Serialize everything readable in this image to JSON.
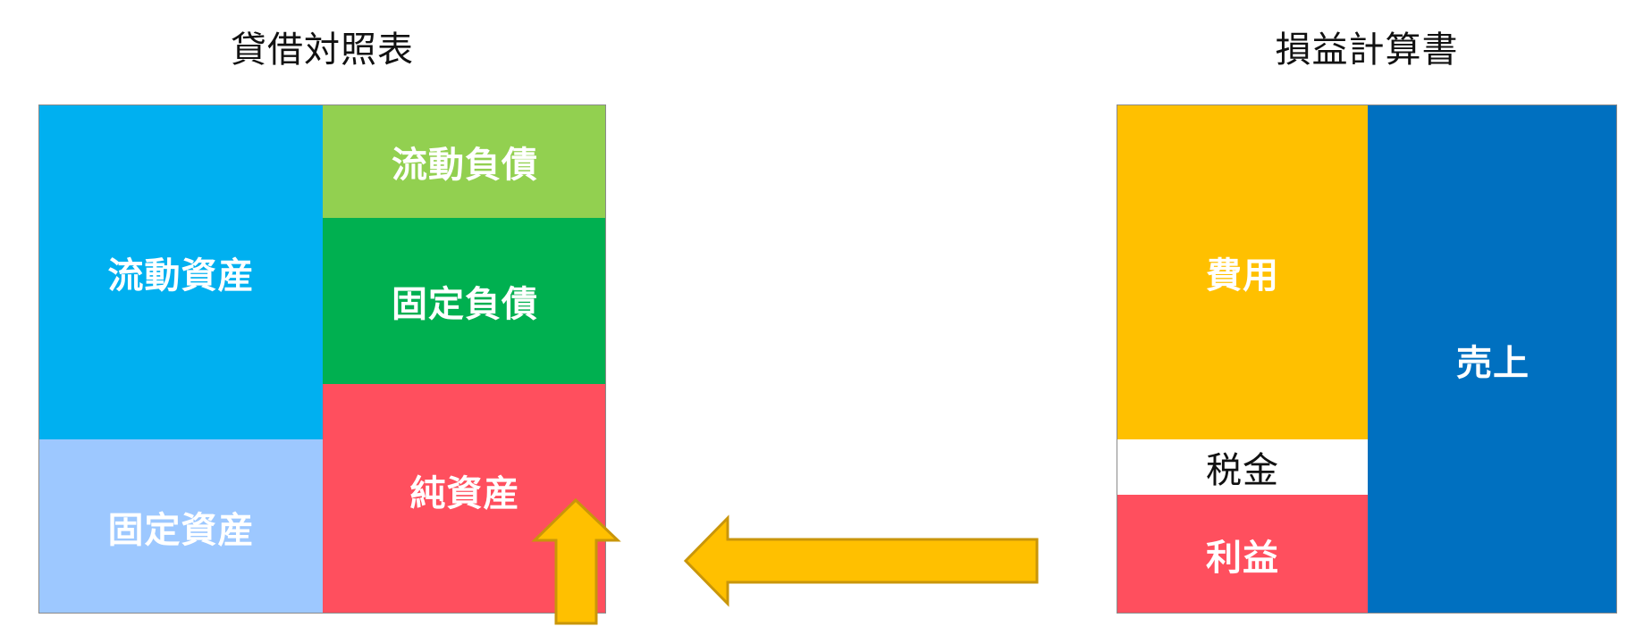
{
  "balance_sheet": {
    "title": "貸借対照表",
    "current_assets": "流動資産",
    "fixed_assets": "固定資産",
    "current_liabilities": "流動負債",
    "fixed_liabilities": "固定負債",
    "net_assets": "純資産"
  },
  "income_statement": {
    "title": "損益計算書",
    "expenses": "費用",
    "tax": "税金",
    "profit": "利益",
    "sales": "売上"
  },
  "colors": {
    "current_assets": "#00b0f0",
    "fixed_assets": "#9dc8ff",
    "current_liabilities": "#92d050",
    "fixed_liabilities": "#00b050",
    "net_assets": "#ff4f5e",
    "expenses": "#ffc000",
    "tax": "#ffffff",
    "profit": "#ff4f5e",
    "sales": "#0070c0",
    "arrow_fill": "#ffc000",
    "arrow_stroke": "#c9960a"
  }
}
